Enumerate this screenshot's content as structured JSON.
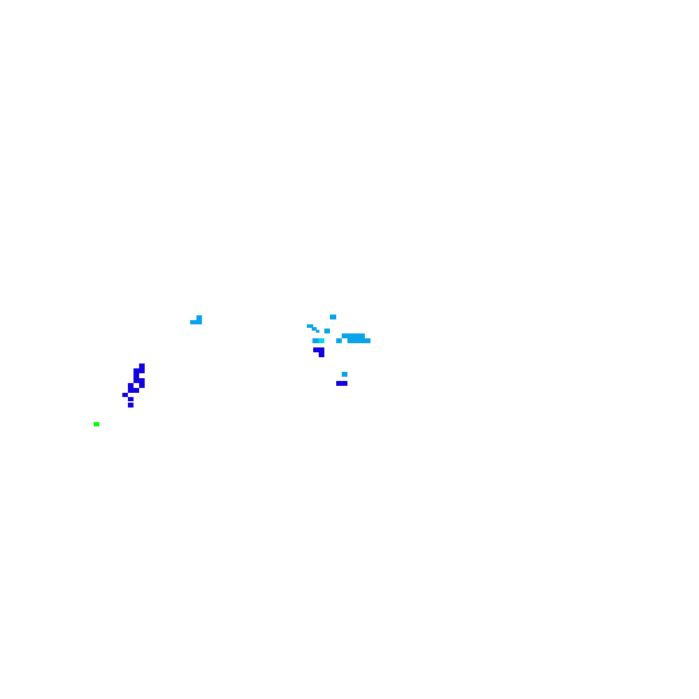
{
  "palette": {
    "background": "#ffffff",
    "dark_blue": "#1100e0",
    "sky_blue": "#0aa2ea",
    "cyan": "#00d8ea",
    "green": "#00ff00"
  },
  "clusters": [
    {
      "name": "dark-blue-cluster-left",
      "color": "dark_blue"
    },
    {
      "name": "sky-blue-cluster-upper",
      "color": "sky_blue"
    },
    {
      "name": "sky-blue-cluster-center",
      "color": "sky_blue"
    },
    {
      "name": "dark-blue-cluster-center",
      "color": "dark_blue"
    },
    {
      "name": "cyan-marker",
      "color": "cyan"
    },
    {
      "name": "green-marker",
      "color": "green"
    }
  ]
}
